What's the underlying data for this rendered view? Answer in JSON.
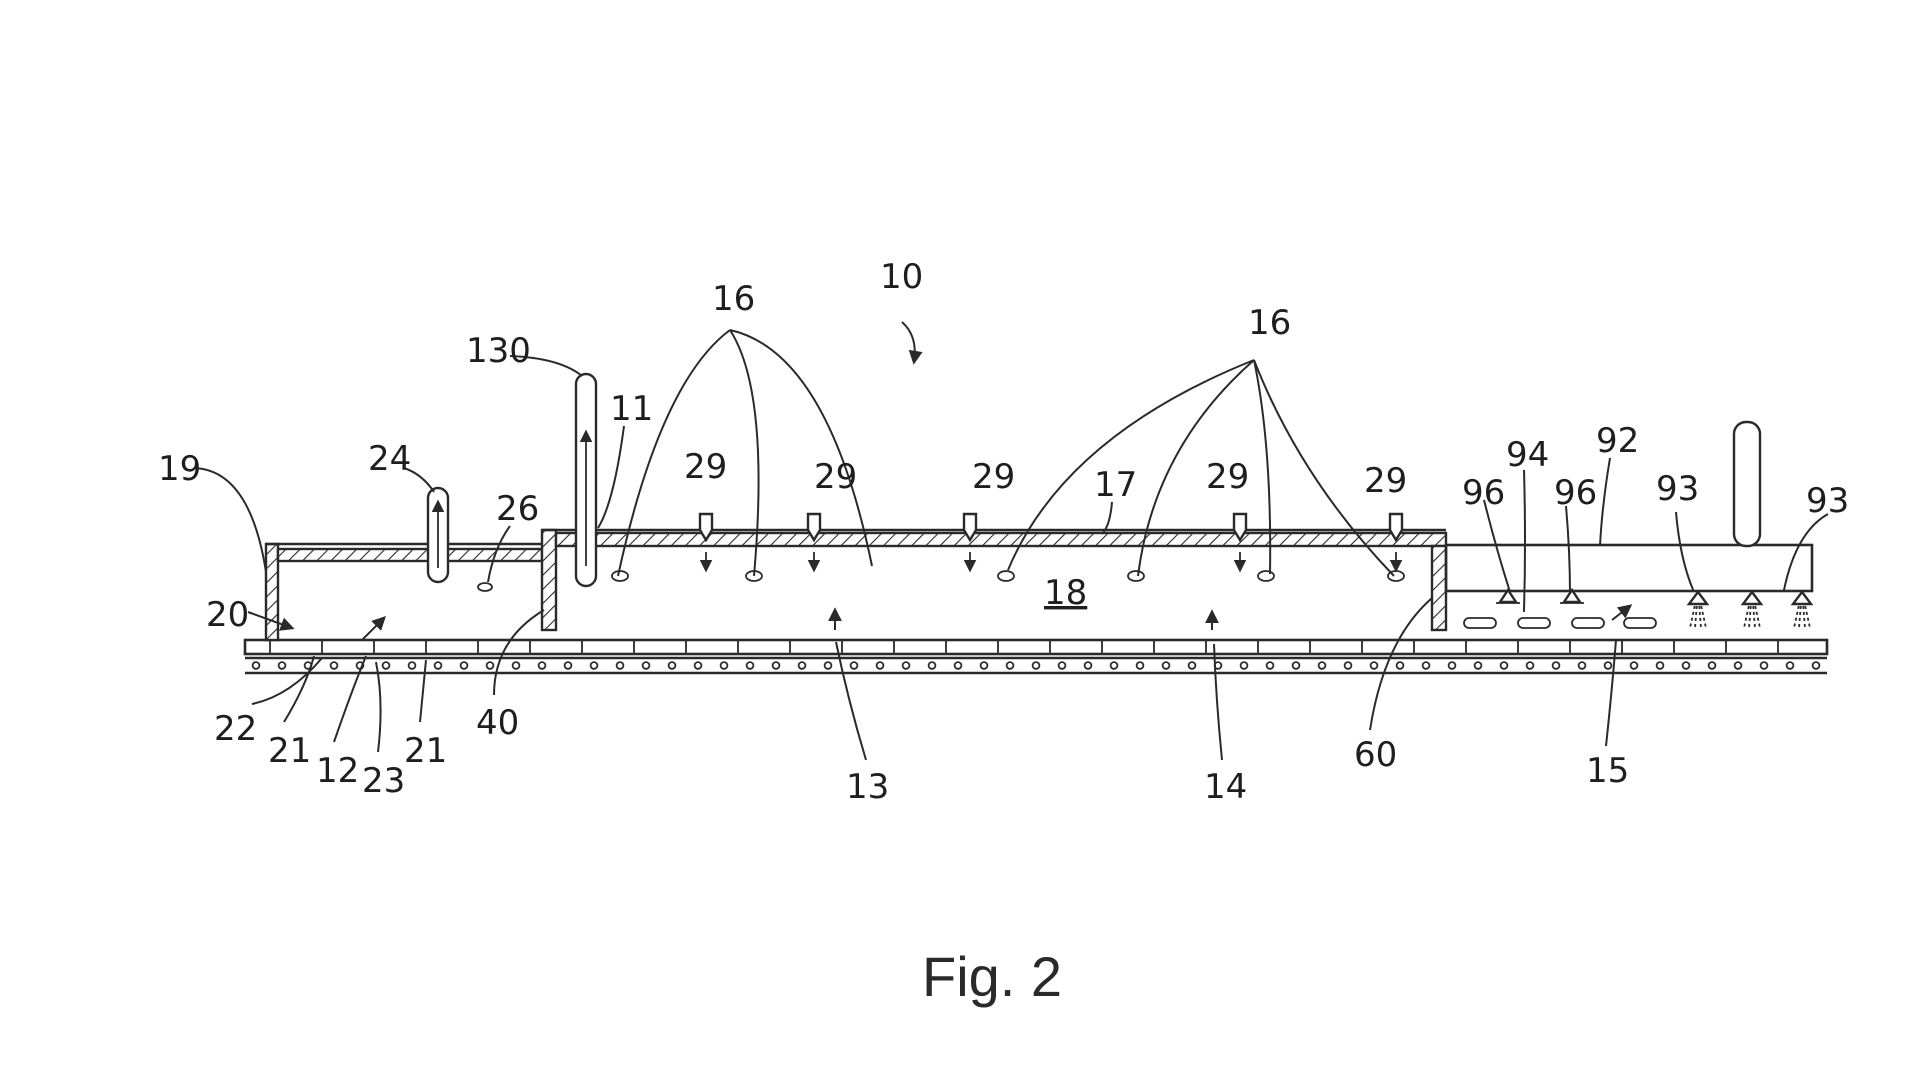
{
  "figure": {
    "caption": "Fig. 2",
    "labels": {
      "l10": "10",
      "l11": "11",
      "l12": "12",
      "l13": "13",
      "l14": "14",
      "l15": "15",
      "l16a": "16",
      "l16b": "16",
      "l17": "17",
      "l18": "18",
      "l19": "19",
      "l20": "20",
      "l21a": "21",
      "l21b": "21",
      "l22": "22",
      "l23": "23",
      "l24": "24",
      "l26": "26",
      "l29a": "29",
      "l29b": "29",
      "l29c": "29",
      "l29d": "29",
      "l29e": "29",
      "l40": "40",
      "l60": "60",
      "l92": "92",
      "l93a": "93",
      "l93b": "93",
      "l94": "94",
      "l96a": "96",
      "l96b": "96",
      "l130": "130"
    }
  }
}
